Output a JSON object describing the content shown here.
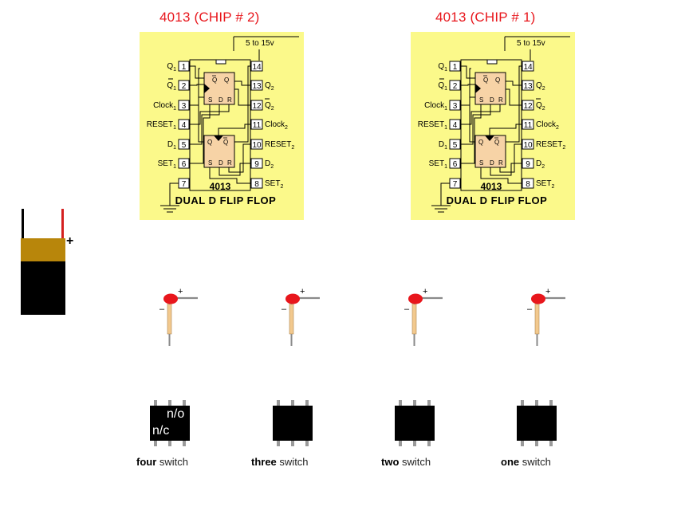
{
  "chips": [
    {
      "id": "chip2",
      "title": "4013 (CHIP # 2)",
      "supply": "5 to 15v",
      "part": "4013",
      "caption": "DUAL  D  FLIP FLOP"
    },
    {
      "id": "chip1",
      "title": "4013 (CHIP # 1)",
      "supply": "5 to 15v",
      "part": "4013",
      "caption": "DUAL  D  FLIP FLOP"
    }
  ],
  "pins_left": [
    {
      "num": "1",
      "label": "Q",
      "sub": "1",
      "bar": false
    },
    {
      "num": "2",
      "label": "Q",
      "sub": "1",
      "bar": true
    },
    {
      "num": "3",
      "label": "Clock",
      "sub": "1",
      "bar": false
    },
    {
      "num": "4",
      "label": "RESET",
      "sub": "1",
      "bar": false
    },
    {
      "num": "5",
      "label": "D",
      "sub": "1",
      "bar": false
    },
    {
      "num": "6",
      "label": "SET",
      "sub": "1",
      "bar": false
    },
    {
      "num": "7",
      "label": "",
      "sub": "",
      "bar": false
    }
  ],
  "pins_right": [
    {
      "num": "14",
      "label": "",
      "sub": "",
      "bar": false
    },
    {
      "num": "13",
      "label": "Q",
      "sub": "2",
      "bar": false
    },
    {
      "num": "12",
      "label": "Q",
      "sub": "2",
      "bar": true
    },
    {
      "num": "11",
      "label": "Clock",
      "sub": "2",
      "bar": false
    },
    {
      "num": "10",
      "label": "RESET",
      "sub": "2",
      "bar": false
    },
    {
      "num": "9",
      "label": "D",
      "sub": "2",
      "bar": false
    },
    {
      "num": "8",
      "label": "SET",
      "sub": "2",
      "bar": false
    }
  ],
  "ff_labels": {
    "q": "Q",
    "qbar": "Q",
    "s": "S",
    "d": "D",
    "r": "R"
  },
  "battery": {
    "polarity": "+"
  },
  "leds": [
    {
      "id": "led-1",
      "plus": "+",
      "minus": "–"
    },
    {
      "id": "led-2",
      "plus": "+",
      "minus": "–"
    },
    {
      "id": "led-3",
      "plus": "+",
      "minus": "–"
    },
    {
      "id": "led-4",
      "plus": "+",
      "minus": "–"
    }
  ],
  "switches": [
    {
      "id": "sw-four",
      "word": "four",
      "label": "switch",
      "no": "n/o",
      "nc": "n/c"
    },
    {
      "id": "sw-three",
      "word": "three",
      "label": "switch"
    },
    {
      "id": "sw-two",
      "word": "two",
      "label": "switch"
    },
    {
      "id": "sw-one",
      "word": "one",
      "label": "switch"
    }
  ],
  "colors": {
    "chip_title": "#e8161c",
    "chip_bg": "#fbf98a",
    "flipflop_fill": "#f7d3a6",
    "battery_top": "#b8860b",
    "led_red": "#e8161c",
    "led_leg": "#f2c98e",
    "lead_gray": "#8a8a8a"
  }
}
